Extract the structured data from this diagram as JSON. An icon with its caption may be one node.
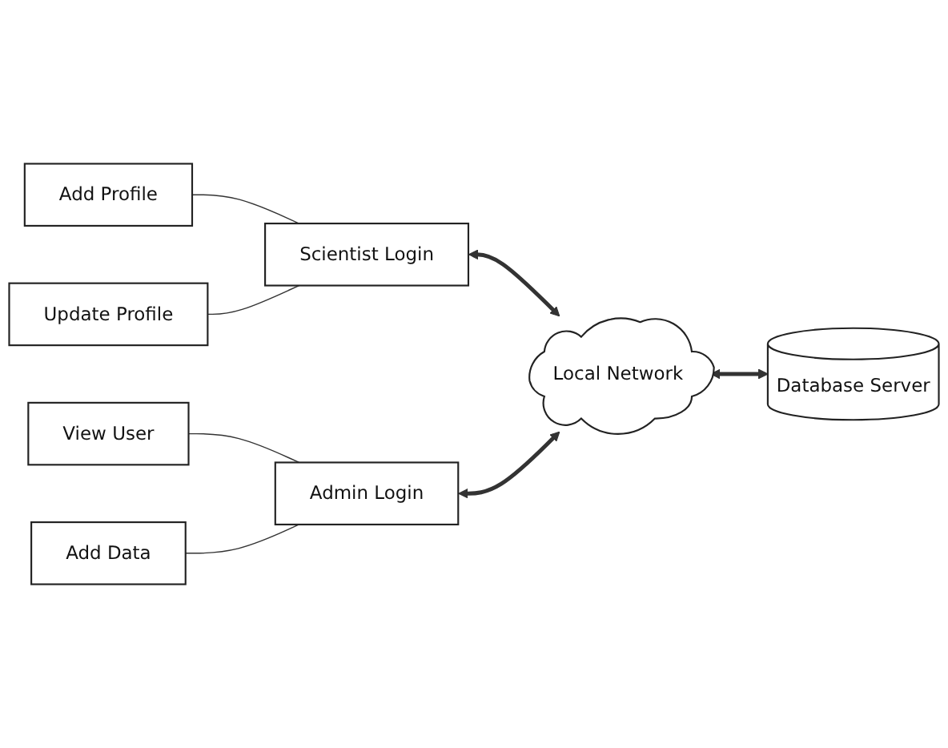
{
  "diagram": {
    "nodes": [
      {
        "text": [
          "Add Profile"
        ]
      },
      {
        "text": [
          "Scientist Login"
        ]
      },
      {
        "text": [
          "Update Profile"
        ]
      },
      {
        "text": [
          "View User"
        ]
      },
      {
        "text": [
          "Admin Login"
        ]
      },
      {
        "text": [
          "Add Data"
        ]
      },
      {
        "text": [
          "Local Network"
        ]
      },
      {
        "text": [
          "Database Server"
        ]
      }
    ],
    "edges": [
      {
        "from": 0,
        "to": 1,
        "arrow": "none"
      },
      {
        "from": 2,
        "to": 1,
        "arrow": "none"
      },
      {
        "from": 3,
        "to": 4,
        "arrow": "none"
      },
      {
        "from": 5,
        "to": 4,
        "arrow": "none"
      },
      {
        "from": 1,
        "to": 6,
        "arrow": "both",
        "style": "thick"
      },
      {
        "from": 4,
        "to": 6,
        "arrow": "both",
        "style": "thick"
      },
      {
        "from": 6,
        "to": 7,
        "arrow": "both",
        "style": "thick"
      }
    ]
  }
}
